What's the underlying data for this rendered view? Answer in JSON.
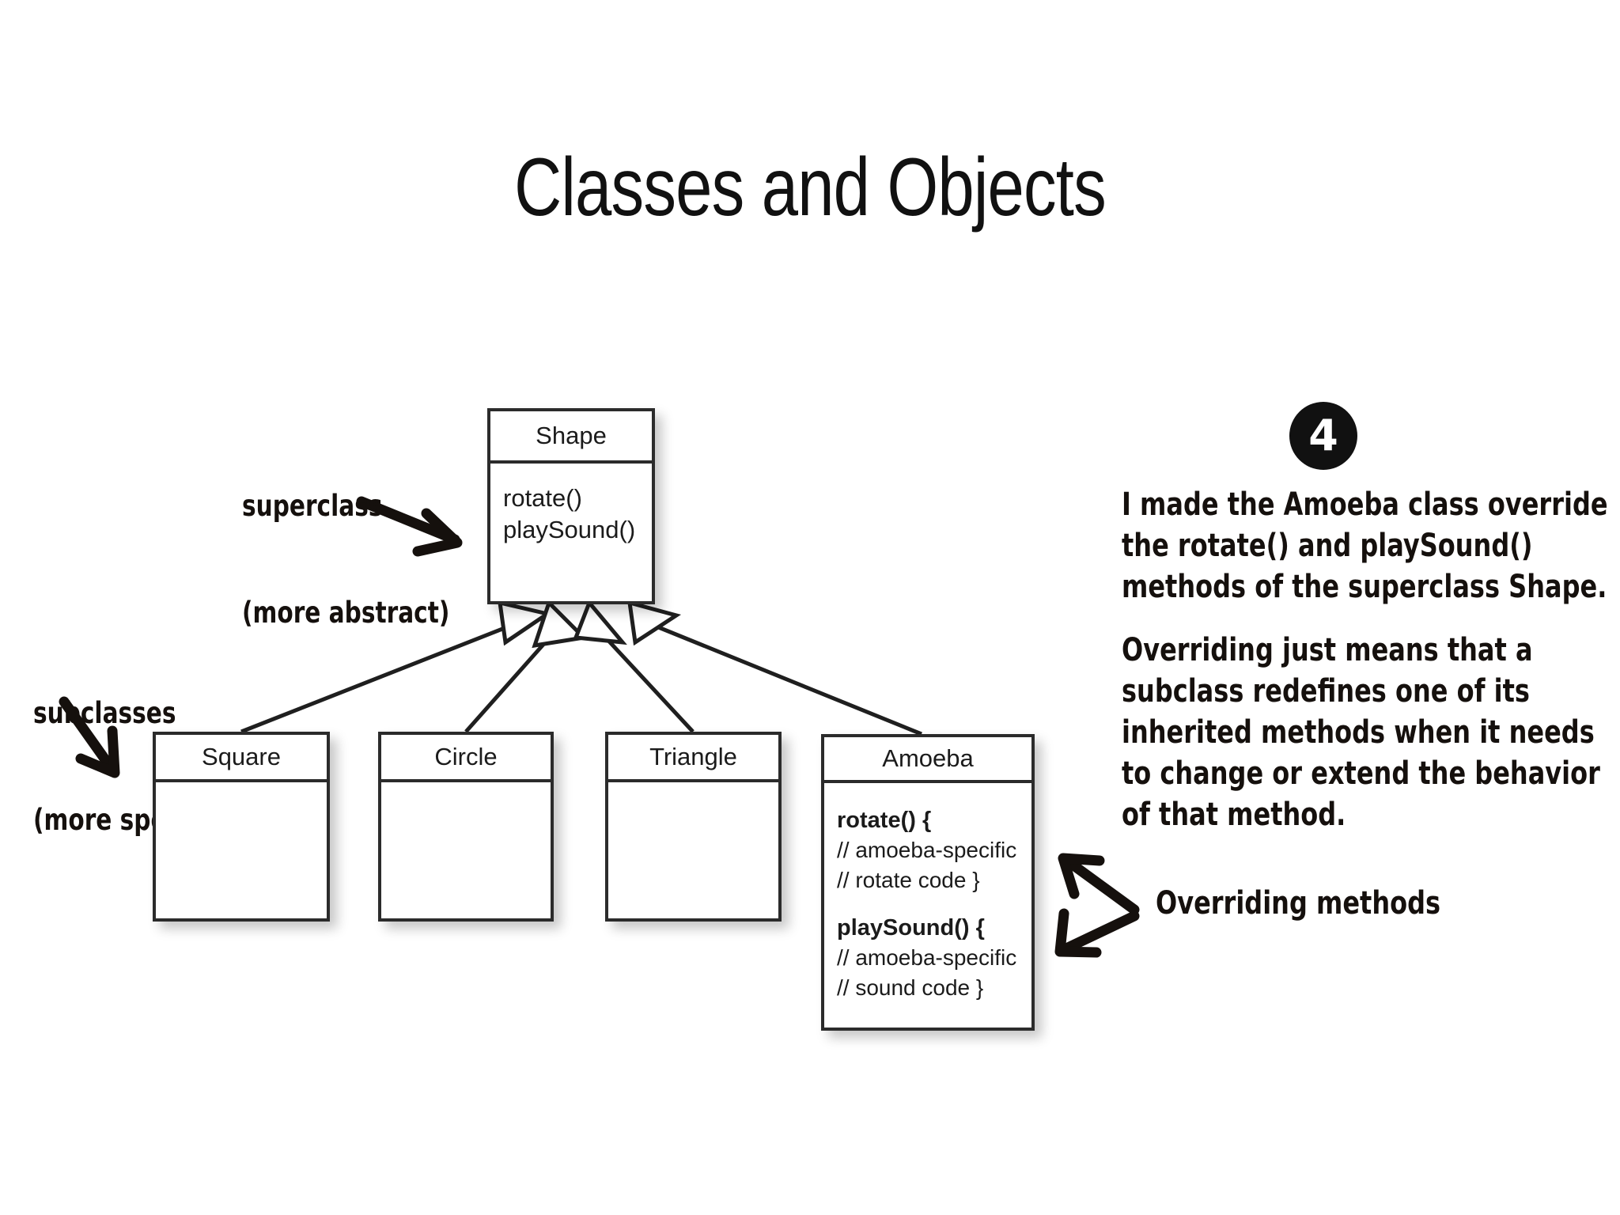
{
  "slide": {
    "title": "Classes and Objects",
    "background": "#ffffff",
    "ink_color": "#15100d",
    "box_border_color": "#2b2b2b"
  },
  "diagram": {
    "superclass_label": {
      "line1": "superclass",
      "line2": "(more abstract)"
    },
    "subclass_label": {
      "line1": "subclasses",
      "line2": "(more specific)"
    },
    "shape": {
      "name": "Shape",
      "methods": [
        "rotate()",
        "playSound()"
      ]
    },
    "subclasses": [
      {
        "name": "Square",
        "members": []
      },
      {
        "name": "Circle",
        "members": []
      },
      {
        "name": "Triangle",
        "members": []
      }
    ],
    "amoeba": {
      "name": "Amoeba",
      "methods": [
        {
          "signature": "rotate() {",
          "body": [
            "// amoeba-specific",
            "// rotate code }"
          ]
        },
        {
          "signature": "playSound() {",
          "body": [
            "// amoeba-specific",
            "// sound code }"
          ]
        }
      ]
    },
    "overriding_callout": "Overriding methods"
  },
  "narration": {
    "step_number": "4",
    "paragraphs": [
      "I made the Amoeba class override\nthe rotate() and playSound()\nmethods of the superclass Shape.",
      "Overriding just means that a\nsubclass redefines one of its\ninherited methods when it needs\nto change or extend the behavior\nof that method."
    ]
  }
}
